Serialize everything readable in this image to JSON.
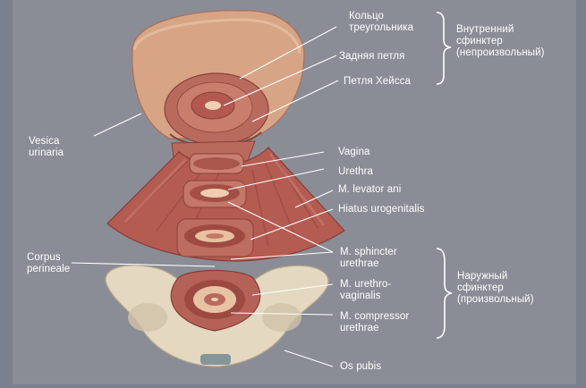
{
  "labels": {
    "triangle_ring": "Кольцо\nтреугольника",
    "posterior_loop": "Задняя петля",
    "heiss_loop": "Петля Хейсса",
    "internal_sphincter": "Внутренний\nсфинктер\n(непроизвольный)",
    "vesica": "Vesica\nurinaria",
    "vagina": "Vagina",
    "urethra": "Urethra",
    "levator_ani": "M. levator ani",
    "hiatus": "Hiatus urogenitalis",
    "corpus_perineale": "Corpus\nperineale",
    "sphincter_urethrae": "M. sphincter\nurethrae",
    "urethrovaginalis": "M. urethro-\nvaginalis",
    "compressor_urethrae": "M. compressor\nurethrae",
    "external_sphincter": "Наружный\nсфинктер\n(произвольный)",
    "os_pubis": "Os pubis"
  },
  "colors": {
    "background": "#7a7f8c",
    "panel": "#8b8e97",
    "muscle": "#b8675f",
    "muscle_dark": "#8c3f3a",
    "bladder": "#d9a48a",
    "bone": "#e6dcc6",
    "mucosa": "#f1d2b3",
    "line": "#ffffff"
  },
  "icons": [
    "left-brace-icon",
    "right-brace-icon"
  ]
}
